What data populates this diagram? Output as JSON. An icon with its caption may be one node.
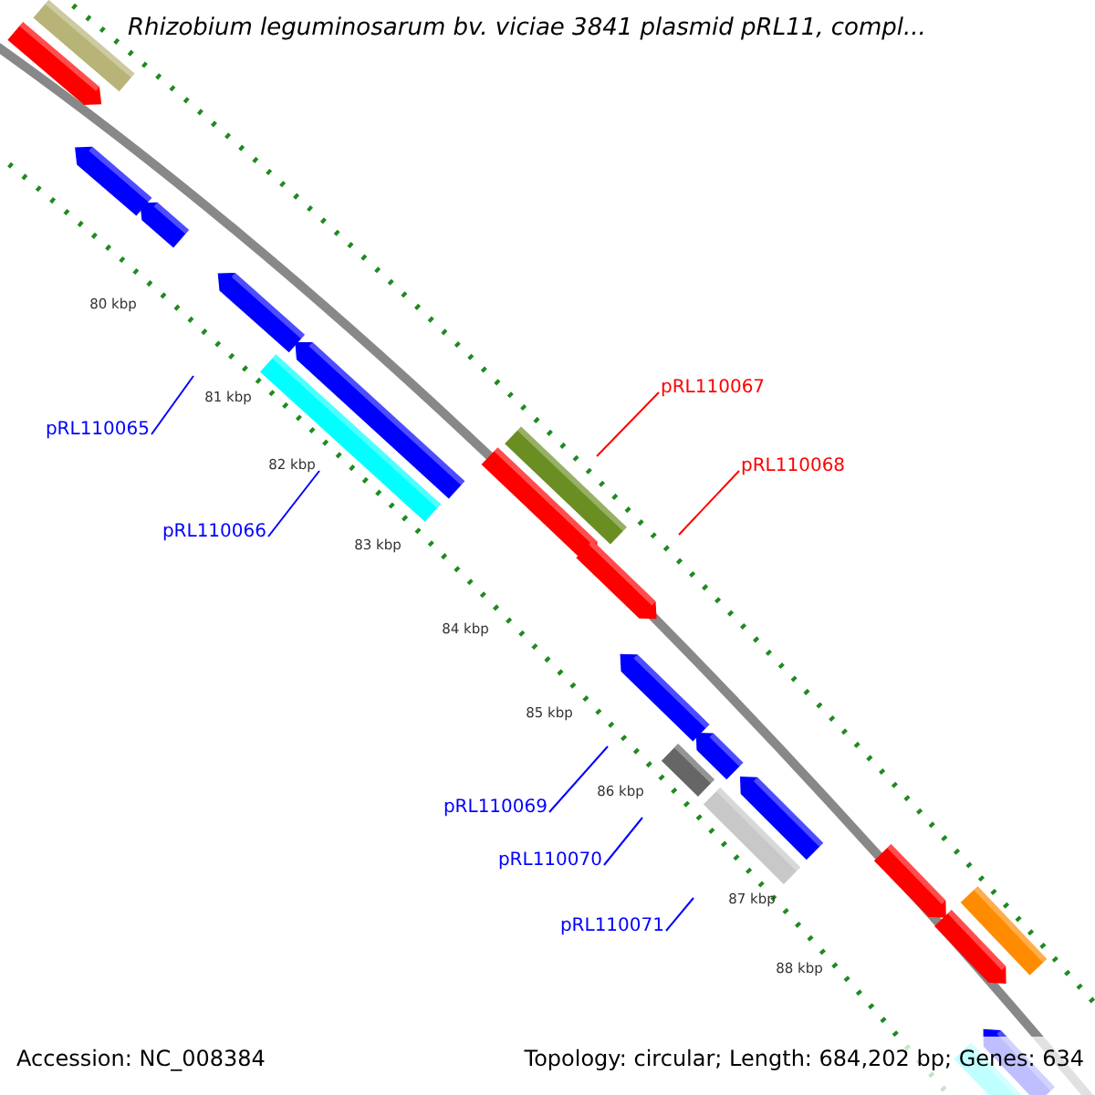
{
  "diagram": {
    "title": "Rhizobium leguminosarum bv. viciae 3841 plasmid pRL11, compl...",
    "nodes": [
      {
        "text": [
          "pRL110065"
        ]
      },
      {
        "text": [
          "pRL110066"
        ]
      },
      {
        "text": [
          "pRL110067"
        ]
      },
      {
        "text": [
          "pRL110068"
        ]
      },
      {
        "text": [
          "pRL110069"
        ]
      },
      {
        "text": [
          "pRL110070"
        ]
      },
      {
        "text": [
          "pRL110071"
        ]
      }
    ],
    "edges": [
      {
        "from": 0,
        "to": null,
        "arrow": "none"
      },
      {
        "from": 1,
        "to": null,
        "arrow": "none"
      },
      {
        "from": 2,
        "to": null,
        "arrow": "none",
        "color": "#ff0000"
      },
      {
        "from": 3,
        "to": null,
        "arrow": "none",
        "color": "#ff0000"
      },
      {
        "from": 4,
        "to": null,
        "arrow": "none"
      },
      {
        "from": 5,
        "to": null,
        "arrow": "none"
      },
      {
        "from": 6,
        "to": null,
        "arrow": "none"
      }
    ],
    "labels": [
      "80 kbp",
      "81 kbp",
      "82 kbp",
      "83 kbp",
      "84 kbp",
      "85 kbp",
      "86 kbp",
      "87 kbp",
      "88 kbp",
      "Accession: NC_008384",
      "Topology: circular; Length: 684,202 bp; Genes: 634"
    ]
  }
}
